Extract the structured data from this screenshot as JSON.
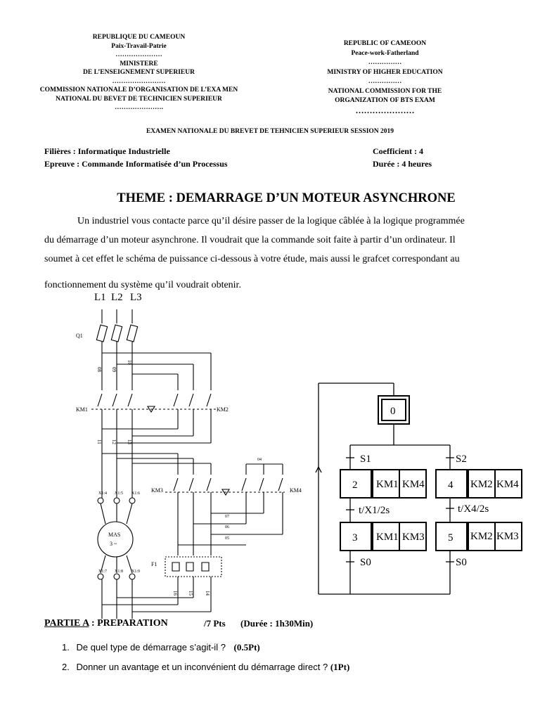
{
  "header_fr": {
    "line1": "REPUBLIQUE DU CAMEOUN",
    "line2": "Paix-Travail-Patrie",
    "dots1": "…………………",
    "line3": "MINISTERE",
    "line4": "DE L’ENSEIGNEMENT SUPERIEUR",
    "dots2": "……………………",
    "line5": "COMMISSION NATIONALE D’ORGANISATION DE L’EXA MEN",
    "line6": "NATIONAL DU BEVET DE TECHNICIEN SUPERIEUR",
    "dots3": "…………………."
  },
  "header_en": {
    "line1": "REPUBLIC OF CAMEOON",
    "line2": "Peace-work-Fatherland",
    "dots1": "……………",
    "line3": "MINISTRY OF HIGHER EDUCATION",
    "dots2": "……………",
    "line4": "NATIONAL COMMISSION FOR THE",
    "line5": "ORGANIZATION OF BTS EXAM",
    "dots3": "…………………"
  },
  "exam_title": "EXAMEN NATIONALE DU BREVET DE TEHNICIEN SUPERIEUR SESSION 2019",
  "meta": {
    "filiere": "Filières : Informatique Industrielle",
    "epreuve_label": "Epreuve",
    "epreuve_value": " : Commande Informatisée d’un Processus",
    "coefficient": "Coefficient : 4",
    "duree": "Durée : 4 heures"
  },
  "theme": "THEME : DEMARRAGE D’UN MOTEUR ASYNCHRONE",
  "intro": {
    "l1": "Un industriel vous contacte parce qu’il désire passer de la logique câblée à la logique programmée",
    "l2": "du démarrage d’un moteur asynchrone. Il voudrait que la commande soit faite à partir d’un ordinateur. Il",
    "l3": "soumet à cet effet le schéma de puissance ci-dessous à votre étude, mais aussi le grafcet correspondant au",
    "l4": "fonctionnement du système qu’il voudrait obtenir."
  },
  "schematic": {
    "phases": [
      "L1",
      "L2",
      "L3"
    ],
    "q1": "Q1",
    "km1": "KM1",
    "km2": "KM2",
    "km3": "KM3",
    "km4": "KM4",
    "f1": "F1",
    "motor_line1": "MAS",
    "motor_line2": "3 ~",
    "terminals_top": [
      "X1:4",
      "X1:5",
      "X1:6"
    ],
    "terminals_bottom": [
      "X1:7",
      "X1:8",
      "X1:9"
    ],
    "wire_top": [
      "08",
      "09",
      "10"
    ],
    "wire_mid": [
      "11",
      "12",
      "13"
    ],
    "wire_right": [
      "04",
      "07",
      "06",
      "05"
    ],
    "wire_bottom": [
      "16",
      "15",
      "14"
    ]
  },
  "grafcet": {
    "step0": "0",
    "s1": "S1",
    "s2": "S2",
    "step2": "2",
    "step3": "3",
    "step4": "4",
    "step5": "5",
    "a2a": "KM1",
    "a2b": "KM4",
    "a3a": "KM1",
    "a3b": "KM3",
    "a4a": "KM2",
    "a4b": "KM4",
    "a5a": "KM2",
    "a5b": "KM3",
    "t23": "t/X1/2s",
    "t45": "t/X4/2s",
    "s0a": "S0",
    "s0b": "S0"
  },
  "partie_a": {
    "title": "PARTIE A",
    "sub": " : PREPARATION",
    "points": "/7 Pts",
    "duration": "(Durée : 1h30Min)"
  },
  "questions": [
    {
      "num": "1.",
      "text": "De quel type de démarrage s’agit-il ?",
      "pts": "(0.5Pt)"
    },
    {
      "num": "2.",
      "text": "Donner un avantage et un inconvénient du démarrage direct ?",
      "pts": "(1Pt)"
    }
  ]
}
